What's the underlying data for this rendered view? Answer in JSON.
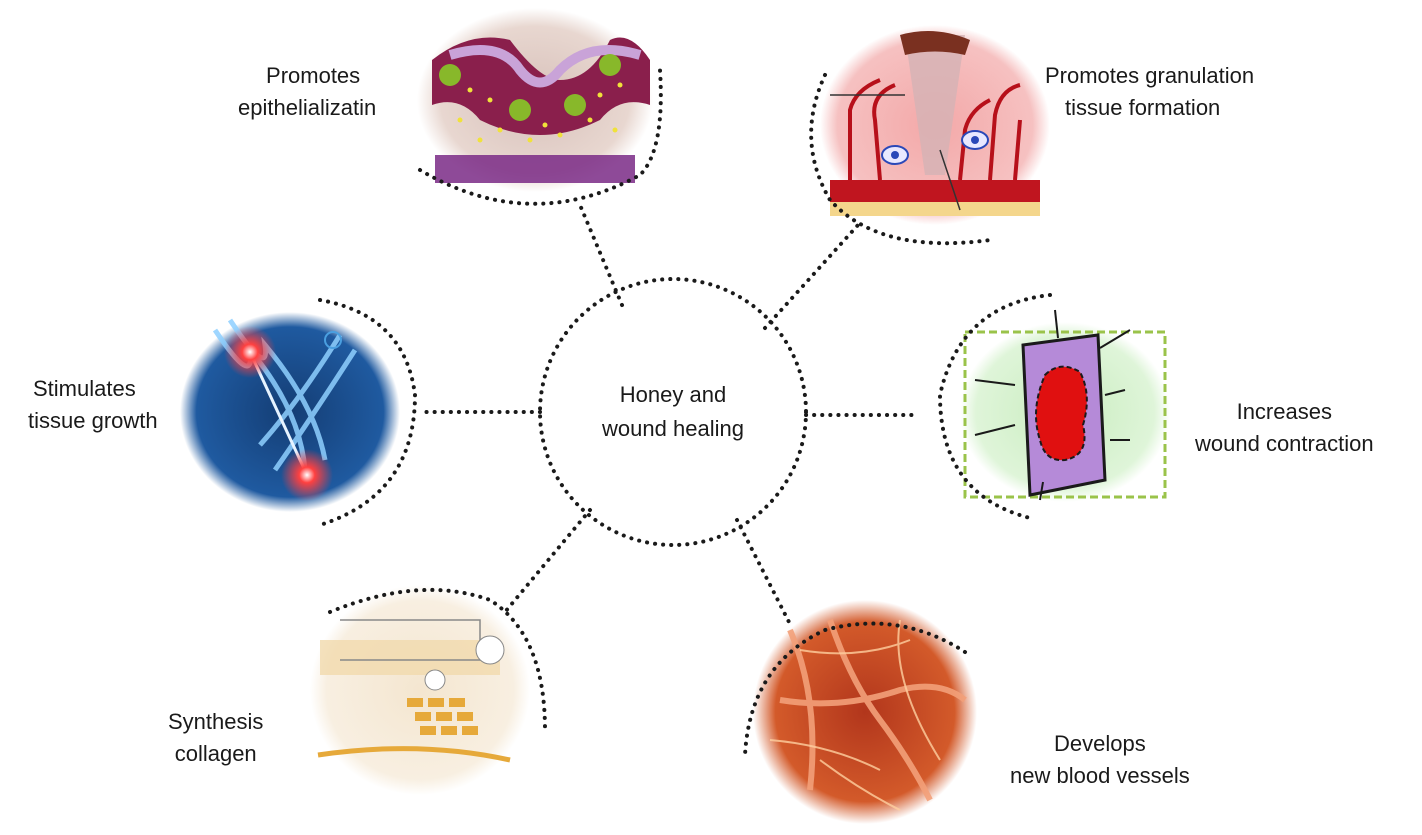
{
  "center": {
    "line1": "Honey and",
    "line2": "wound healing"
  },
  "nodes": [
    {
      "id": "epithelialization",
      "line1": "Promotes",
      "line2": "epithelializatin"
    },
    {
      "id": "granulation",
      "line1": "Promotes granulation",
      "line2": "tissue formation"
    },
    {
      "id": "contraction",
      "line1": "Increases",
      "line2": "wound contraction"
    },
    {
      "id": "blood-vessels",
      "line1": "Develops",
      "line2": "new blood vessels"
    },
    {
      "id": "collagen",
      "line1": "Synthesis",
      "line2": "collagen"
    },
    {
      "id": "tissue-growth",
      "line1": "Stimulates",
      "line2": "tissue growth"
    }
  ],
  "colors": {
    "line": "#1a1a1a",
    "skin": "#e8d3c8",
    "wound_red": "#e01010",
    "wound_purple": "#b58ad8",
    "contraction_bg": "#cfeec6",
    "granulation_bg": "#f2a0a0",
    "vessel": "#c4331a",
    "glow_blue": "#2a74c9",
    "glow_red": "#ff2a2a"
  }
}
